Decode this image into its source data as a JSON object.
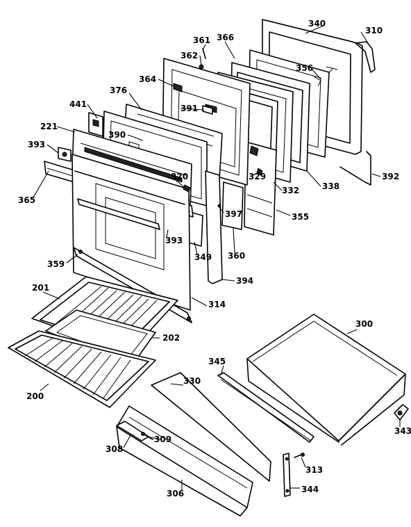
{
  "diagram": {
    "part_labels": [
      {
        "key": "p340",
        "text": "340"
      },
      {
        "key": "p310",
        "text": "310"
      },
      {
        "key": "p361",
        "text": "361"
      },
      {
        "key": "p366",
        "text": "366"
      },
      {
        "key": "p362",
        "text": "362"
      },
      {
        "key": "p356",
        "text": "356"
      },
      {
        "key": "p364",
        "text": "364"
      },
      {
        "key": "p376",
        "text": "376"
      },
      {
        "key": "p391",
        "text": "391"
      },
      {
        "key": "p441",
        "text": "441"
      },
      {
        "key": "p221",
        "text": "221"
      },
      {
        "key": "p390",
        "text": "390"
      },
      {
        "key": "p393a",
        "text": "393"
      },
      {
        "key": "p320",
        "text": "320"
      },
      {
        "key": "p329",
        "text": "329"
      },
      {
        "key": "p332",
        "text": "332"
      },
      {
        "key": "p338",
        "text": "338"
      },
      {
        "key": "p392",
        "text": "392"
      },
      {
        "key": "p365",
        "text": "365"
      },
      {
        "key": "p397",
        "text": "397"
      },
      {
        "key": "p355",
        "text": "355"
      },
      {
        "key": "p393b",
        "text": "393"
      },
      {
        "key": "p349",
        "text": "349"
      },
      {
        "key": "p360",
        "text": "360"
      },
      {
        "key": "p359",
        "text": "359"
      },
      {
        "key": "p394",
        "text": "394"
      },
      {
        "key": "p201",
        "text": "201"
      },
      {
        "key": "p314",
        "text": "314"
      },
      {
        "key": "p300",
        "text": "300"
      },
      {
        "key": "p202",
        "text": "202"
      },
      {
        "key": "p345",
        "text": "345"
      },
      {
        "key": "p330",
        "text": "330"
      },
      {
        "key": "p200",
        "text": "200"
      },
      {
        "key": "p343",
        "text": "343"
      },
      {
        "key": "p309",
        "text": "309"
      },
      {
        "key": "p308",
        "text": "308"
      },
      {
        "key": "p313",
        "text": "313"
      },
      {
        "key": "p306",
        "text": "306"
      },
      {
        "key": "p344",
        "text": "344"
      }
    ]
  }
}
